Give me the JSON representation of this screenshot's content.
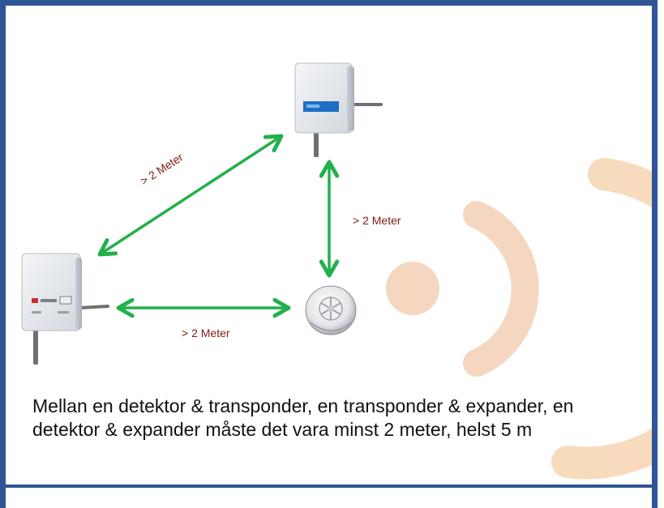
{
  "distance_labels": {
    "diagonal": "> 2 Meter",
    "vertical": "> 2 Meter",
    "horizontal": "> 2 Meter"
  },
  "caption": "Mellan en detektor & transponder, en transponder & expander, en detektor & expander måste det vara minst 2 meter, helst 5 m",
  "colors": {
    "frame": "#2f5597",
    "arrow": "#22b04c",
    "label": "#7b1e12",
    "signal_waves": "#f2c9ab"
  },
  "icons": {
    "transponder": "wall-mounted-radio-unit",
    "expander": "wall-mounted-radio-unit",
    "detector": "smoke-detector",
    "background": "radio-signal-waves"
  }
}
